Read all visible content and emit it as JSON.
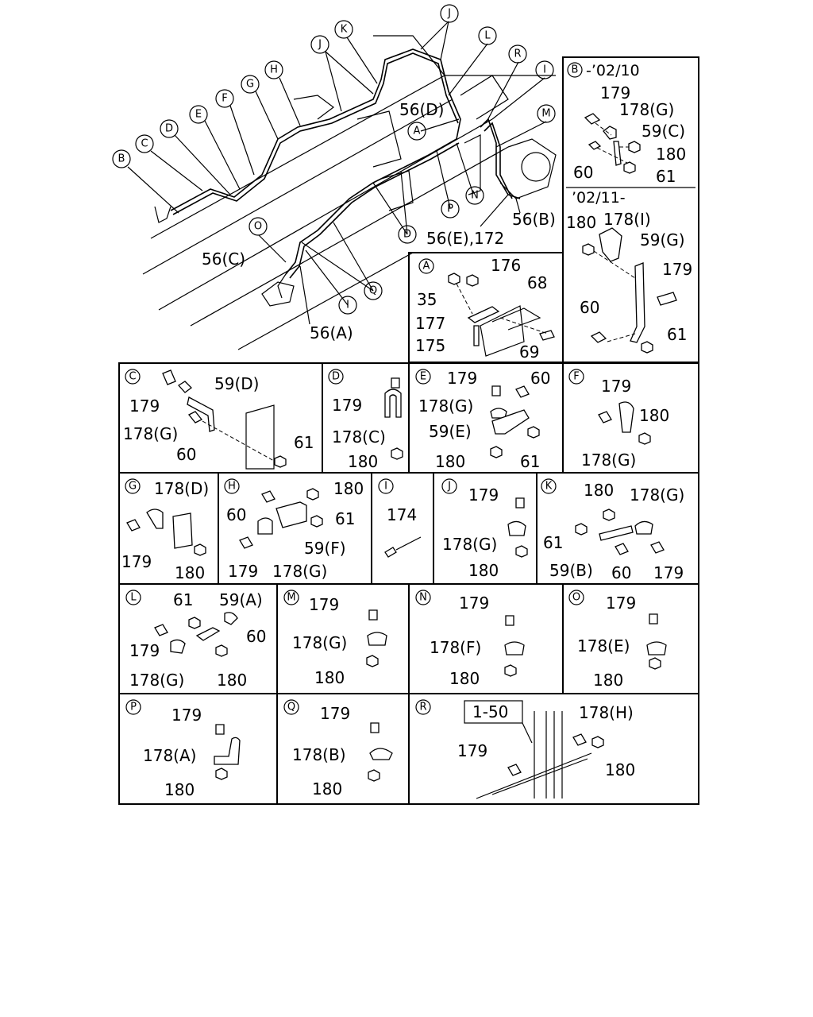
{
  "callouts": {
    "B": "B",
    "C": "C",
    "D": "D",
    "E": "E",
    "F": "F",
    "G": "G",
    "H": "H",
    "J": "J",
    "K": "K",
    "L": "L",
    "R": "R",
    "I": "I",
    "M": "M",
    "A": "A",
    "N": "N",
    "P": "P",
    "O": "O",
    "Q": "Q"
  },
  "main_labels": {
    "d56": "56(D)",
    "b56": "56(B)",
    "e56": "56(E),172",
    "c56": "56(C)",
    "a56": "56(A)"
  },
  "panelB": {
    "header1": "-’02/10",
    "header2": "’02/11-",
    "p179a": "179",
    "p178g": "178(G)",
    "p59c": "59(C)",
    "p180a": "180",
    "p60a": "60",
    "p61a": "61",
    "p180b": "180",
    "p178i": "178(I)",
    "p59g": "59(G)",
    "p179b": "179",
    "p60b": "60",
    "p61b": "61"
  },
  "panelA": {
    "p176": "176",
    "p68": "68",
    "p35": "35",
    "p177": "177",
    "p175": "175",
    "p69": "69"
  },
  "panelC": {
    "p179": "179",
    "p59d": "59(D)",
    "p178g": "178(G)",
    "p60": "60",
    "p61": "61"
  },
  "panelD": {
    "p179": "179",
    "p178c": "178(C)",
    "p180": "180"
  },
  "panelE": {
    "p179": "179",
    "p60": "60",
    "p178g": "178(G)",
    "p59e": "59(E)",
    "p180": "180",
    "p61": "61"
  },
  "panelF": {
    "p179": "179",
    "p180": "180",
    "p178g": "178(G)"
  },
  "panelG": {
    "p178d": "178(D)",
    "p179": "179",
    "p180": "180"
  },
  "panelH": {
    "p180": "180",
    "p60": "60",
    "p61": "61",
    "p59f": "59(F)",
    "p179": "179",
    "p178g": "178(G)"
  },
  "panelI": {
    "p174": "174"
  },
  "panelJ": {
    "p179": "179",
    "p178g": "178(G)",
    "p180": "180"
  },
  "panelK": {
    "p180": "180",
    "p178g": "178(G)",
    "p61": "61",
    "p59b": "59(B)",
    "p60": "60",
    "p179": "179"
  },
  "panelL": {
    "p61": "61",
    "p59a": "59(A)",
    "p60": "60",
    "p179": "179",
    "p178g": "178(G)",
    "p180": "180"
  },
  "panelM": {
    "p179": "179",
    "p178g": "178(G)",
    "p180": "180"
  },
  "panelN": {
    "p179": "179",
    "p178f": "178(F)",
    "p180": "180"
  },
  "panelO": {
    "p179": "179",
    "p178e": "178(E)",
    "p180": "180"
  },
  "panelP": {
    "p179": "179",
    "p178a": "178(A)",
    "p180": "180"
  },
  "panelQ": {
    "p179": "179",
    "p178b": "178(B)",
    "p180": "180"
  },
  "panelR": {
    "ref": "1-50",
    "p178h": "178(H)",
    "p179": "179",
    "p180": "180"
  }
}
